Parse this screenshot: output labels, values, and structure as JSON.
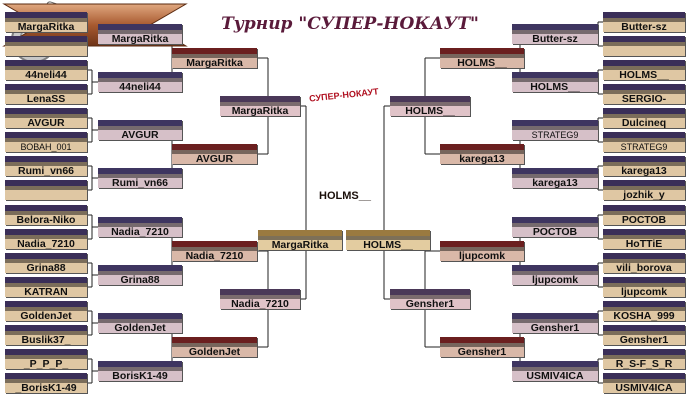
{
  "title": "Турнир \"СУПЕР-НОКАУТ\"",
  "logo_text": "СУПЕР-НОКАУТ",
  "left": {
    "r1": [
      "MargaRitka",
      "",
      "44neli44",
      "LenaSS",
      "AVGUR",
      "ВОВАН_001",
      "Rumi_vn66",
      "",
      "Belora-Niko",
      "Nadia_7210",
      "Grina88",
      "KATRAN",
      "GoldenJet",
      "Buslik37_",
      "_P_P_P_",
      "_BorisK1-49"
    ],
    "r2": [
      "MargaRitka",
      "44neli44",
      "AVGUR",
      "Rumi_vn66",
      "Nadia_7210",
      "Grina88",
      "GoldenJet",
      "BorisK1-49"
    ],
    "r3": [
      "MargaRitka",
      "AVGUR",
      "Nadia_7210",
      "GoldenJet"
    ],
    "r4": [
      "MargaRitka",
      "Nadia_7210"
    ],
    "semi": "MargaRitka"
  },
  "right": {
    "r1": [
      "Butter-sz",
      "",
      "HOLMS__",
      "SERGIO-",
      "Dulcineq",
      "STRATEG9",
      "karega13",
      "jozhik_y",
      "РОСТОВ",
      "HoTTiE",
      "vili_borova",
      "ljupcomk",
      "KOSHA_999",
      "Gensher1",
      "R_S-F_S_R",
      "USMIV4ICA"
    ],
    "r2": [
      "Butter-sz",
      "HOLMS__",
      "STRATEG9",
      "karega13",
      "РОСТОВ",
      "ljupcomk",
      "Gensher1",
      "USMIV4ICA"
    ],
    "r3": [
      "HOLMS__",
      "karega13",
      "ljupcomk",
      "Gensher1"
    ],
    "r4": [
      "HOLMS__",
      "Gensher1"
    ],
    "semi": "HOLMS__"
  },
  "winner": "HOLMS__"
}
